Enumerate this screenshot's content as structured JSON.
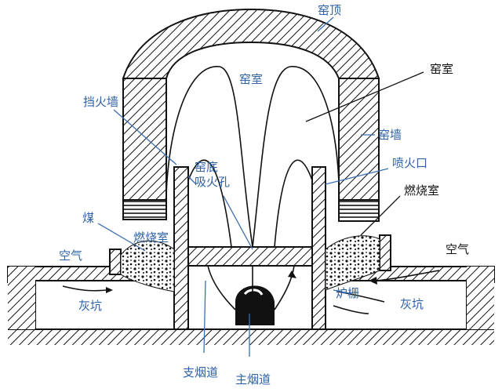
{
  "colors": {
    "label_blue": "#2f62a6",
    "label_black": "#111111",
    "leader_blue": "#3a6fb0"
  },
  "labels": {
    "kiln_top": "窑顶",
    "kiln_chamber_inner": "窑室",
    "kiln_chamber_right": "窑室",
    "baffle_wall": "挡火墙",
    "kiln_wall": "窑墙",
    "kiln_floor": "窑底",
    "suction_hole": "吸火孔",
    "flame_port": "喷火口",
    "combustion_chamber_right": "燃烧室",
    "coal": "煤",
    "combustion_chamber_left": "燃烧室",
    "air_left": "空气",
    "air_right": "空气",
    "ash_pit_left": "灰坑",
    "ash_pit_right": "灰坑",
    "grate": "炉栅",
    "branch_flue": "支烟道",
    "main_flue": "主烟道"
  }
}
